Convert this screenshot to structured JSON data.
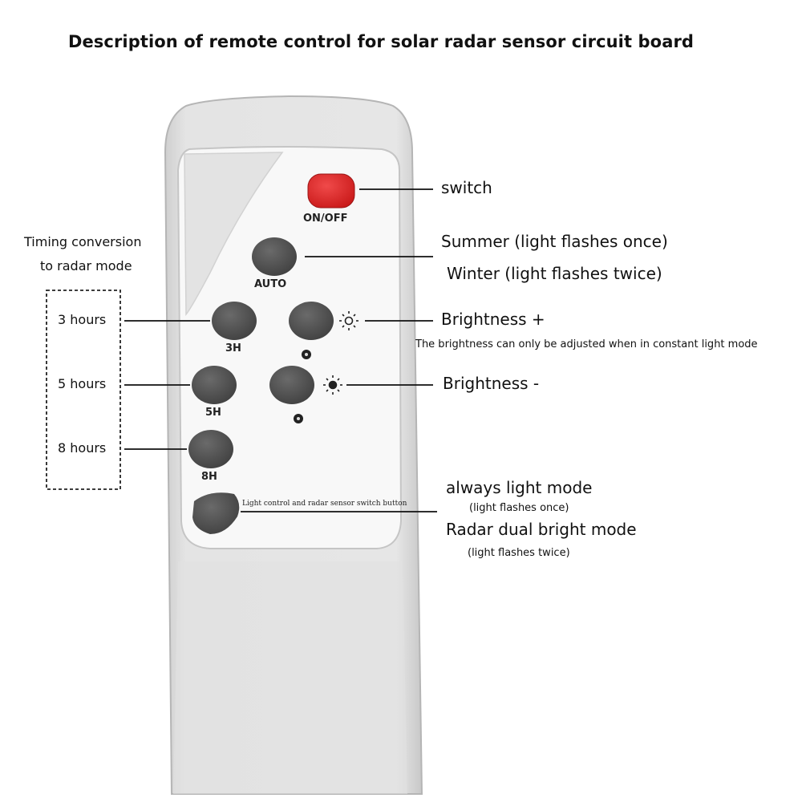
{
  "title": "Description of remote control for solar radar sensor circuit board",
  "remote": {
    "onoff_label": "ON/OFF",
    "auto_label": "AUTO",
    "h3_label": "3H",
    "h5_label": "5H",
    "h8_label": "8H",
    "light_button_label": "Light control and radar sensor switch button",
    "colors": {
      "body": "#e6e6e6",
      "panel": "#f7f7f7",
      "power": "#e02828",
      "button": "#555555"
    }
  },
  "callouts": {
    "switch": "switch",
    "summer": "Summer (light flashes once)",
    "winter": "Winter (light flashes twice)",
    "brightness_plus": "Brightness +",
    "brightness_note": "The brightness can only be adjusted when in constant light mode",
    "brightness_minus": "Brightness -",
    "always_light": "always light mode",
    "always_light_sub": "(light flashes once)",
    "radar_dual": "Radar dual bright mode",
    "radar_dual_sub": "(light flashes twice)"
  },
  "timing": {
    "header_line1": "Timing conversion",
    "header_line2": "to radar mode",
    "h3": "3 hours",
    "h5": "5 hours",
    "h8": "8 hours"
  },
  "icons": [
    "sun-icon",
    "sun-dim-icon",
    "dot-icon"
  ]
}
